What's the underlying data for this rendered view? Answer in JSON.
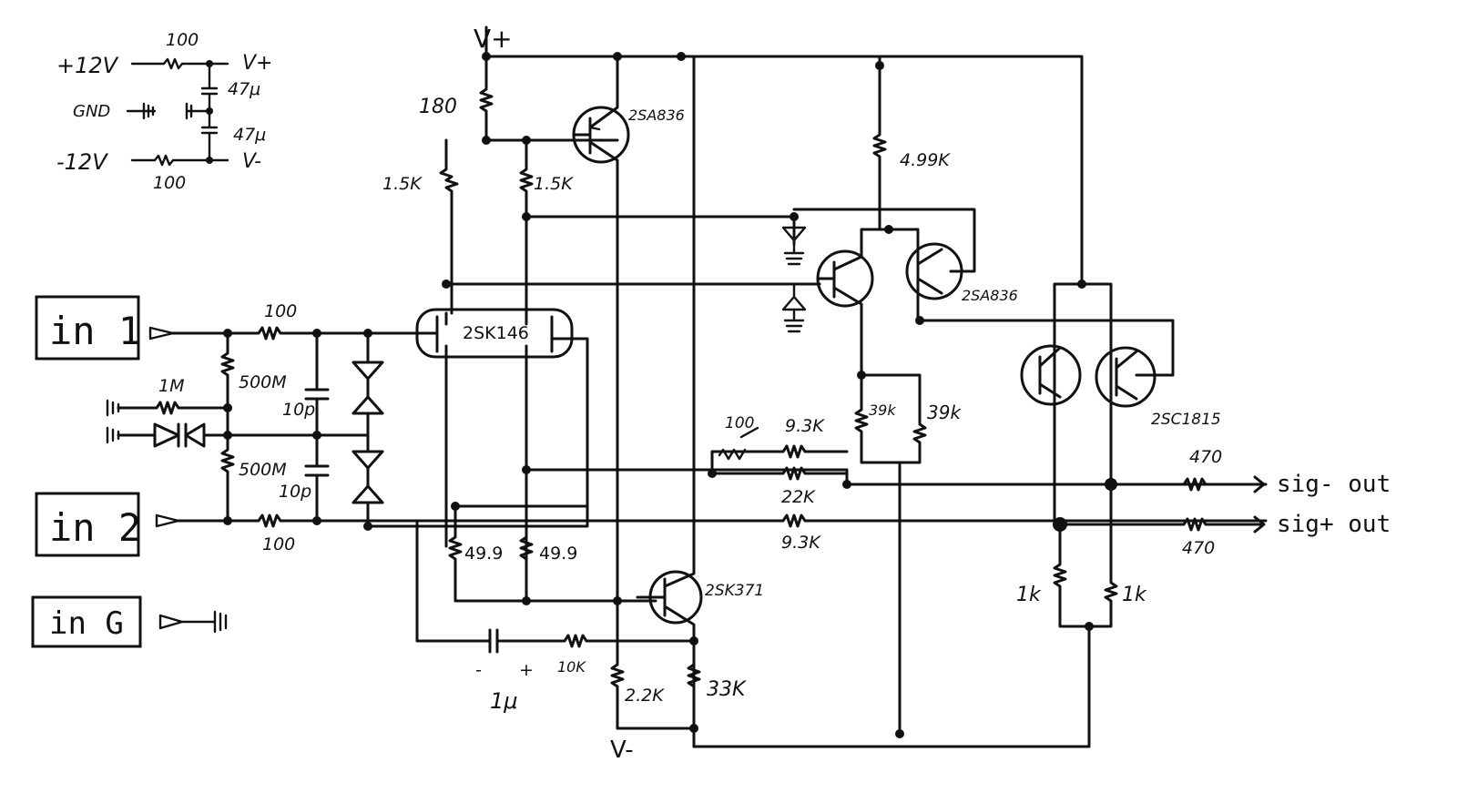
{
  "power": {
    "plus": "+12V",
    "gnd": "GND",
    "minus": "-12V",
    "r_top": "100",
    "r_bot": "100",
    "c1": "47μ",
    "c2": "47μ",
    "vplus": "V+",
    "vminus": "V-"
  },
  "rails": {
    "vplus": "V+",
    "vminus": "V-"
  },
  "inputs": {
    "in1": "in 1",
    "in2": "in 2",
    "inG": "in G"
  },
  "input_net": {
    "r_in1": "100",
    "r_in2": "100",
    "r_bias1": "500M",
    "r_bias2": "500M",
    "r_1m": "1M",
    "c1": "10p",
    "c2": "10p"
  },
  "parts": {
    "r180": "180",
    "r1_5k_a": "1.5K",
    "r1_5k_b": "1.5K",
    "q_2sa836_top": "2SA836",
    "jfet_pair": "2SK146",
    "r49_a": "49.9",
    "r49_b": "49.9",
    "q_2sk371": "2SK371",
    "r2_2k": "2.2K",
    "r33k": "33K",
    "r10k": "10K",
    "c1u": "1μ",
    "cap_minus": "-",
    "cap_plus": "+",
    "r4_99k": "4.99K",
    "q_2sa836_pair": "2SA836",
    "r39k_a": "39k",
    "r39k_b": "39k",
    "trim100": "100",
    "r9_3k_a": "9.3K",
    "r22k": "22K",
    "r9_3k_b": "9.3K",
    "q_2sc1815": "2SC1815",
    "r1k_a": "1k",
    "r1k_b": "1k",
    "r470_a": "470",
    "r470_b": "470"
  },
  "outputs": {
    "sig_minus": "sig- out",
    "sig_plus": "sig+ out"
  }
}
